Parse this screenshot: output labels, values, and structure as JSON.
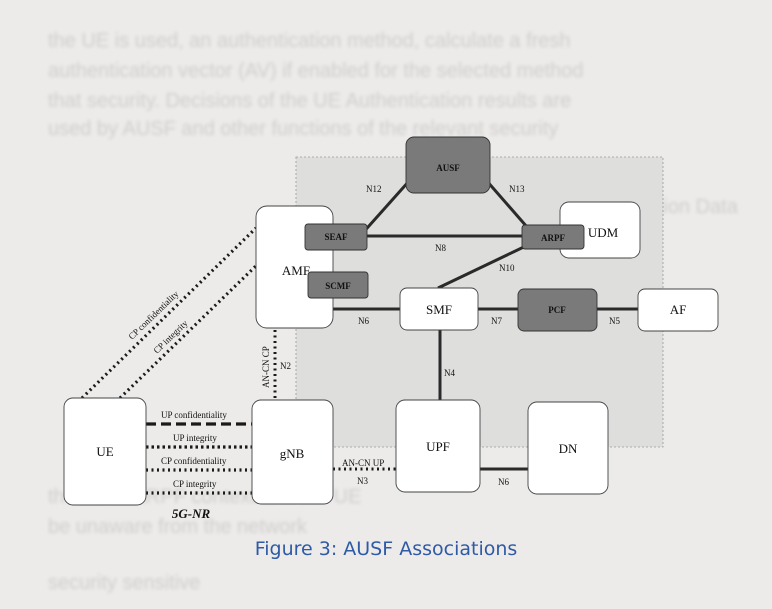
{
  "background_lines": [
    "the UE is used, an authentication method, calculate a fresh",
    "authentication vector (AV) if enabled for the selected method",
    "that security. Decisions of the UE Authentication results are",
    "used by AUSF and other functions of the relevant security",
    "Subscription Data",
    "the UDM/ARPF context and the UE",
    "be unaware from the network",
    "security sensitive"
  ],
  "nodes": {
    "ausf": "AUSF",
    "seaf": "SEAF",
    "amf": "AMF",
    "scmf": "SCMF",
    "arpf": "ARPF",
    "udm": "UDM",
    "smf": "SMF",
    "pcf": "PCF",
    "af": "AF",
    "ue": "UE",
    "gnb": "gNB",
    "upf": "UPF",
    "dn": "DN"
  },
  "edge_labels": {
    "n12": "N12",
    "n13": "N13",
    "n8": "N8",
    "n10": "N10",
    "n6_amf_smf": "N6",
    "n7": "N7",
    "n5": "N5",
    "n4": "N4",
    "n2": "N2",
    "an_cn_cp": "AN-CN CP",
    "an_cn_up": "AN-CN UP",
    "n3": "N3",
    "n6_upf_dn": "N6",
    "cp_confidentiality_diag": "CP confidentiality",
    "cp_integrity_diag": "CP integrity",
    "up_confidentiality": "UP confidentiality",
    "up_integrity": "UP integrity",
    "cp_confidentiality": "CP confidentiality",
    "cp_integrity": "CP integrity"
  },
  "radio_label": "5G-NR",
  "caption": "Figure 3: AUSF Associations",
  "colors": {
    "shaded_box": "#7a7a7a",
    "core_region": "#dededd",
    "caption": "#2e5aa6"
  }
}
